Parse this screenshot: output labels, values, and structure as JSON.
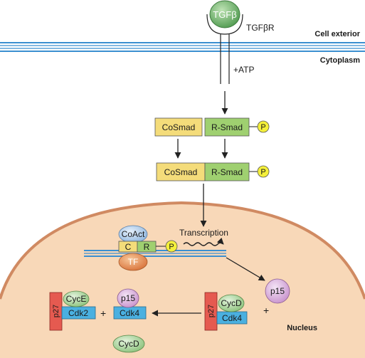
{
  "regions": {
    "exterior": "Cell exterior",
    "cytoplasm": "Cytoplasm",
    "nucleus": "Nucleus"
  },
  "receptor": {
    "ligand": "TGFβ",
    "receptor": "TGFβR",
    "atp": "+ATP"
  },
  "smads": {
    "cosmad": "CoSmad",
    "rsmad": "R-Smad",
    "phospho": "P"
  },
  "dna_complex": {
    "coact": "CoAct",
    "c": "C",
    "r": "R",
    "tf": "TF",
    "transcription": "Transcription"
  },
  "cell_cycle": {
    "p27": "p27",
    "cyce": "CycE",
    "cdk2": "Cdk2",
    "plus": "+",
    "p15": "p15",
    "cdk4": "Cdk4",
    "cycd": "CycD"
  },
  "colors": {
    "membrane": "#3b8fd0",
    "ligand": "#5aa35a",
    "cosmad": "#f4dc7a",
    "rsmad": "#9fd070",
    "phospho": "#f4ef3a",
    "nucleus": "#f8d8b8",
    "nuclear_envelope": "#d08a62",
    "coact": "#a8c8e8",
    "tf": "#e28a4a",
    "p27": "#e55a50",
    "cdk": "#4ab0e0",
    "cyclin": "#a8d49a",
    "p15": "#d8a8dc"
  }
}
